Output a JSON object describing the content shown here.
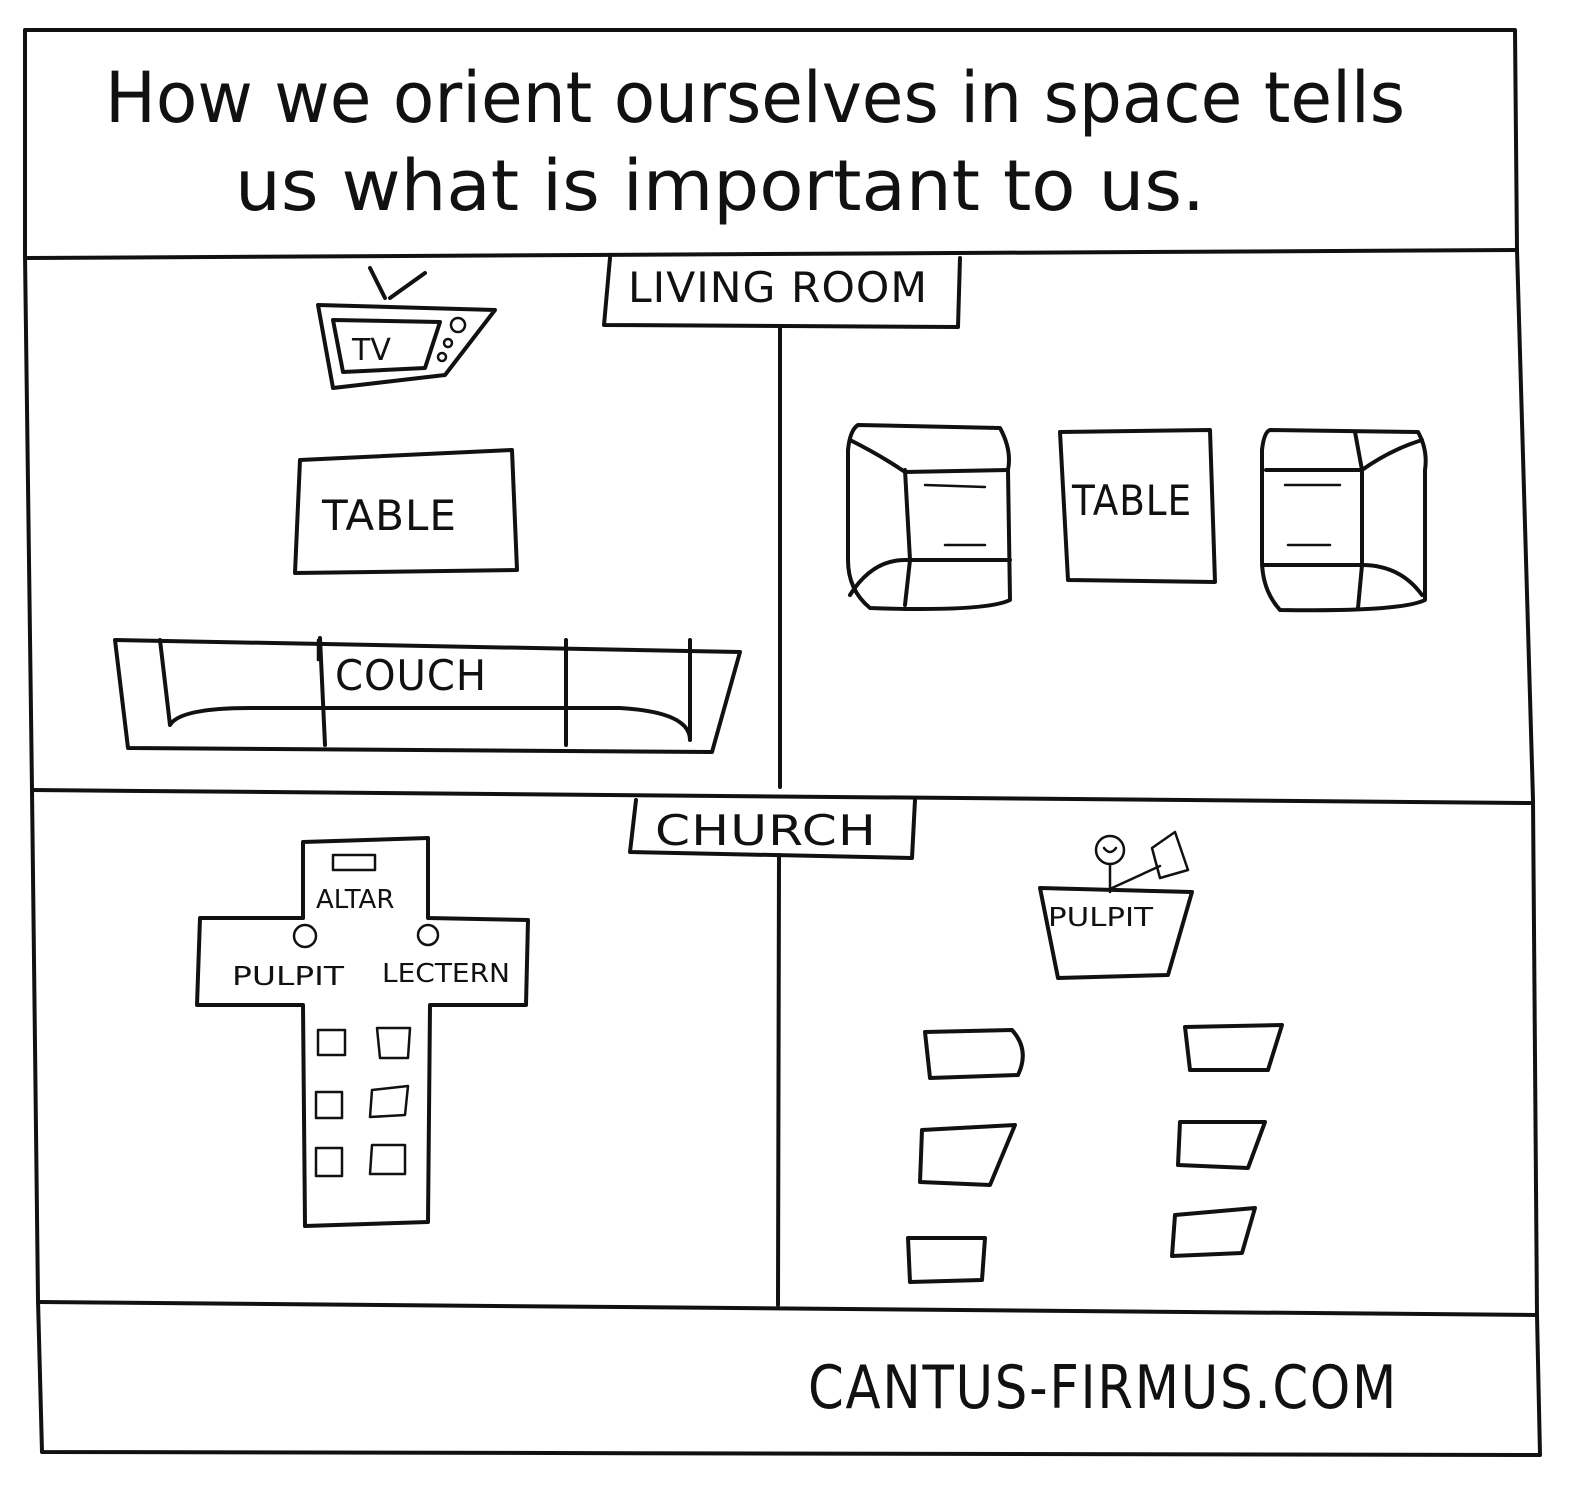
{
  "header": {
    "line1": "How we orient ourselves in space tells",
    "line2": "us what is important to us."
  },
  "living_room": {
    "title": "LIVING ROOM",
    "left": {
      "tv": "TV",
      "table": "TABLE",
      "couch": "COUCH"
    },
    "right": {
      "table": "TABLE"
    }
  },
  "church": {
    "title": "CHURCH",
    "left": {
      "altar": "ALTAR",
      "pulpit": "PULPIT",
      "lectern": "LECTERN"
    },
    "right": {
      "pulpit": "PULPIT"
    }
  },
  "footer": {
    "site": "CANTUS-FIRMUS.COM"
  },
  "colors": {
    "ink": "#111111",
    "paper": "#ffffff"
  }
}
